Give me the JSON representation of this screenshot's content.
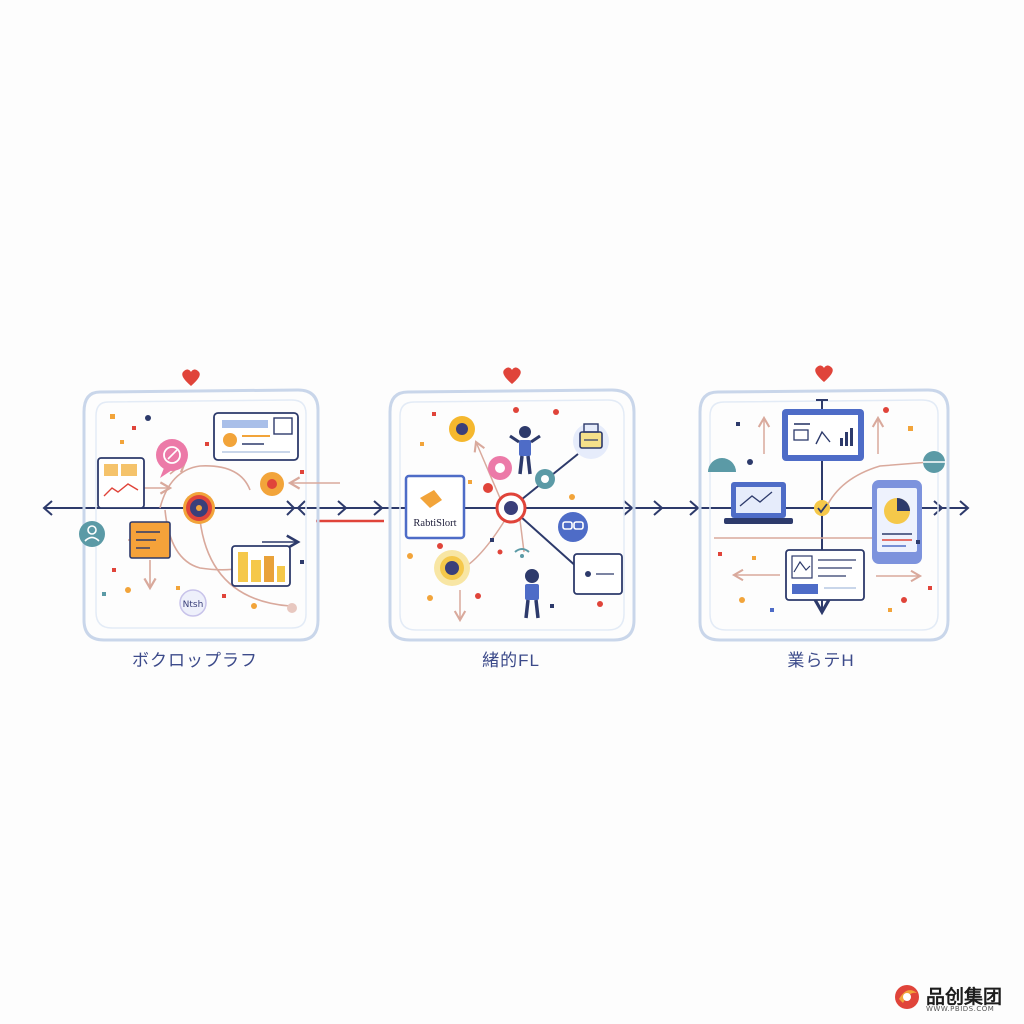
{
  "panels": [
    {
      "caption": "ボクロップラフ",
      "accent": "#e0443a"
    },
    {
      "caption": "緒的FL",
      "tag_text": "RabtiSlort",
      "accent": "#e0443a"
    },
    {
      "caption": "業らテH",
      "accent": "#e0443a"
    }
  ],
  "panel1": {
    "icon_text": "Ntsh"
  },
  "colors": {
    "line": "#2d3a6b",
    "frame": "#c9d6ea",
    "heart": "#e0443a",
    "orange": "#f2a43a",
    "pink": "#ec7aa8",
    "teal": "#5b9aa6",
    "blue_ui": "#4e6cc7",
    "arrow_soft": "#d9a99c"
  },
  "watermark": {
    "name": "品创集团",
    "url": "WWW.PBIDS.COM"
  }
}
